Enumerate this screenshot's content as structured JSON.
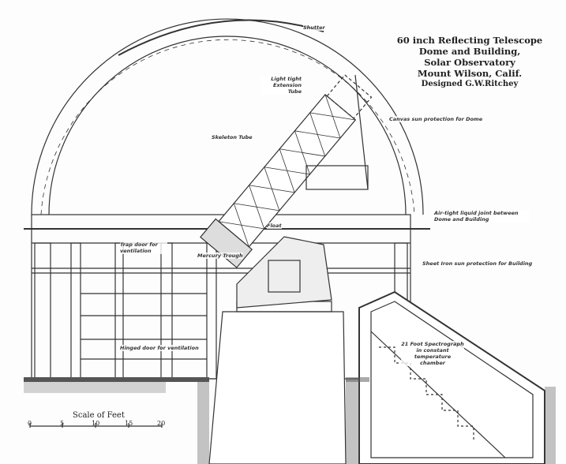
{
  "title": {
    "line1": "60 inch Reflecting Telescope",
    "line2": "Dome and Building,",
    "line3": "Solar Observatory",
    "line4": "Mount Wilson, Calif.",
    "line5": "Designed G.W.Ritchey"
  },
  "labels": {
    "shutter": "Shutter",
    "extension_tube": "Light tight Extension Tube",
    "skeleton_tube": "Skeleton Tube",
    "canvas": "Canvas sun protection for Dome",
    "air_joint": "Air-tight liquid joint between Dome and Building",
    "float": "Float",
    "trap_door": "Trap door for ventilation",
    "mercury_trough": "Mercury Trough",
    "sheet_iron": "Sheet Iron sun protection for Building",
    "hinged_door": "Hinged door for ventilation",
    "spectrograph": "21 Foot Spectrograph in constant temperature chamber"
  },
  "scale": {
    "title": "Scale of Feet",
    "ticks": [
      "0",
      "5",
      "10",
      "15",
      "20"
    ]
  }
}
